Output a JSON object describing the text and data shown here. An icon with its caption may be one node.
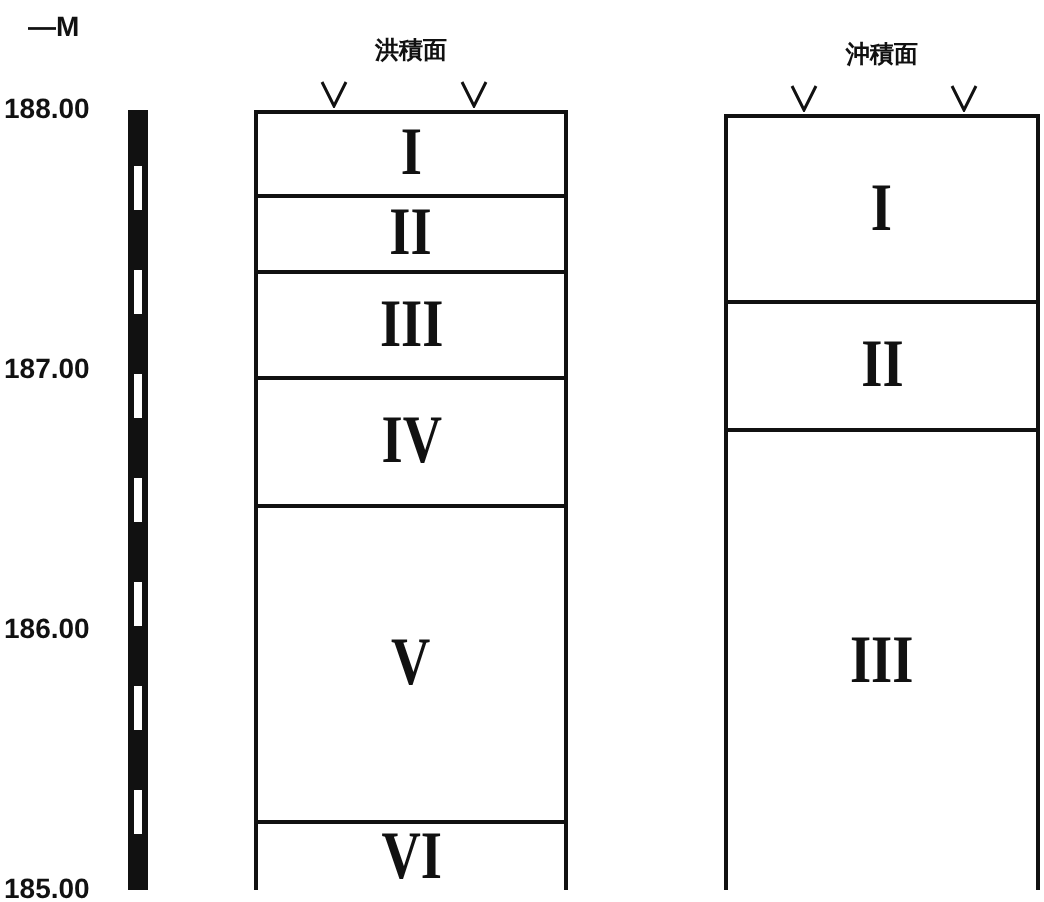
{
  "diagram": {
    "nodes": [
      {
        "text": [
          "洪積面"
        ]
      },
      {
        "text": [
          "I"
        ],
        "in": 0
      },
      {
        "text": [
          "II"
        ],
        "in": 0
      },
      {
        "text": [
          "III"
        ],
        "in": 0
      },
      {
        "text": [
          "IV"
        ],
        "in": 0
      },
      {
        "text": [
          "V"
        ],
        "in": 0
      },
      {
        "text": [
          "VI"
        ],
        "in": 0
      },
      {
        "text": [
          "沖積面"
        ]
      },
      {
        "text": [
          "I"
        ],
        "in": 7
      },
      {
        "text": [
          "II"
        ],
        "in": 7
      },
      {
        "text": [
          "III"
        ],
        "in": 7
      }
    ],
    "edges": [],
    "labels": [
      "—M",
      "188.00",
      "187.00",
      "186.00",
      "185.00"
    ]
  }
}
